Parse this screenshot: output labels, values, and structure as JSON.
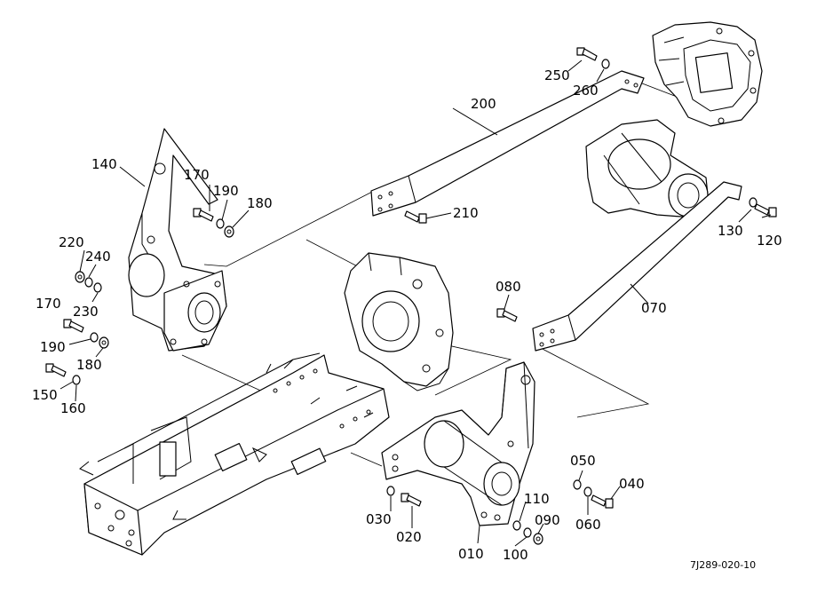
{
  "reference_code": "7J289-020-10",
  "callouts": {
    "c010": "010",
    "c020": "020",
    "c030": "030",
    "c040": "040",
    "c050": "050",
    "c060": "060",
    "c070": "070",
    "c080": "080",
    "c090": "090",
    "c100": "100",
    "c110": "110",
    "c120": "120",
    "c130": "130",
    "c140": "140",
    "c150": "150",
    "c160": "160",
    "c170a": "170",
    "c170b": "170",
    "c180a": "180",
    "c180b": "180",
    "c190a": "190",
    "c190b": "190",
    "c200": "200",
    "c210": "210",
    "c220": "220",
    "c230": "230",
    "c240": "240",
    "c250": "250",
    "c260": "260"
  }
}
